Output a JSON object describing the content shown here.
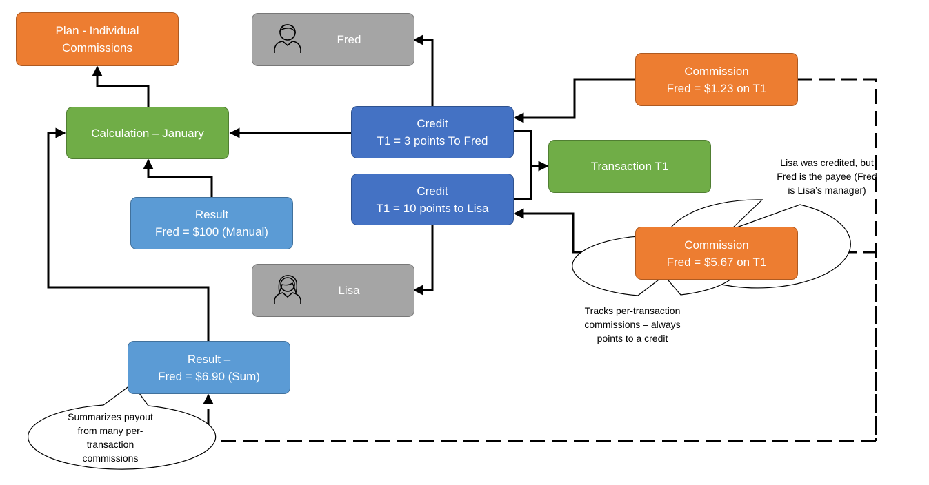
{
  "nodes": {
    "plan": "Plan - Individual\nCommissions",
    "calculation": "Calculation – January",
    "result_manual": "Result\nFred = $100 (Manual)",
    "result_sum": "Result –\nFred = $6.90 (Sum)",
    "fred": "Fred",
    "lisa": "Lisa",
    "credit_fred": "Credit\nT1 = 3 points To Fred",
    "credit_lisa": "Credit\nT1 = 10 points to Lisa",
    "transaction": "Transaction T1",
    "commission_1": "Commission\nFred = $1.23 on T1",
    "commission_2": "Commission\nFred = $5.67 on T1"
  },
  "callouts": {
    "lisa_credited": "Lisa was credited, but\nFred is the payee (Fred\nis Lisa’s manager)",
    "tracks": "Tracks per-transaction\ncommissions – always\npoints to a credit",
    "summarizes": "Summarizes payout\nfrom many per-\ntransaction\ncommissions"
  },
  "icons": {
    "fred": "person-male-icon",
    "lisa": "person-female-icon"
  },
  "colors": {
    "orange": "#ed7d31",
    "green": "#70ad47",
    "blue": "#4472c4",
    "light_blue": "#5b9bd5",
    "gray": "#a5a5a5"
  }
}
